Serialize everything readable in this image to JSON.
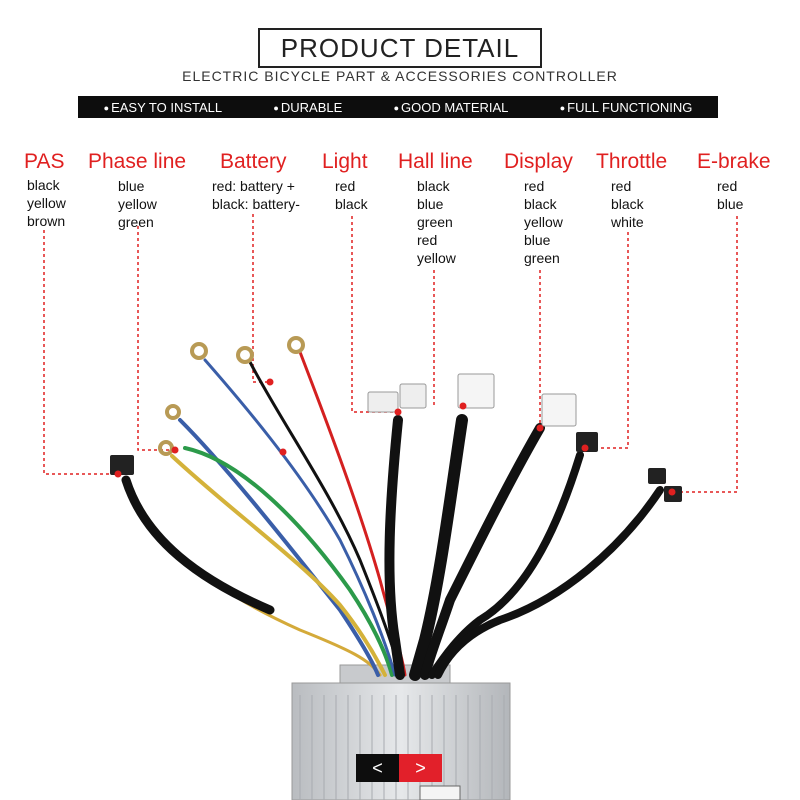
{
  "header": {
    "title": "PRODUCT  DETAIL",
    "subtitle": "ELECTRIC BICYCLE PART & ACCESSORIES CONTROLLER",
    "features": [
      "EASY TO INSTALL",
      "DURABLE",
      "GOOD MATERIAL",
      "FULL FUNCTIONING"
    ]
  },
  "labels": [
    {
      "name": "PAS",
      "colors": [
        "black",
        "yellow",
        "brown"
      ]
    },
    {
      "name": "Phase line",
      "colors": [
        "blue",
        "yellow",
        "green"
      ]
    },
    {
      "name": "Battery",
      "colors": [
        "red: battery +",
        "black: battery-"
      ]
    },
    {
      "name": "Light",
      "colors": [
        "red",
        "black"
      ]
    },
    {
      "name": "Hall line",
      "colors": [
        "black",
        "blue",
        "green",
        "red",
        "yellow"
      ]
    },
    {
      "name": "Display",
      "colors": [
        "red",
        "black",
        "yellow",
        "blue",
        "green"
      ]
    },
    {
      "name": "Throttle",
      "colors": [
        "red",
        "black",
        "white"
      ]
    },
    {
      "name": "E-brake",
      "colors": [
        "red",
        "blue"
      ]
    }
  ],
  "nav": {
    "prev": "<",
    "next": ">"
  },
  "colors": {
    "accent": "#e02020",
    "dark": "#0d0d0d",
    "nav_next": "#e2202a"
  }
}
